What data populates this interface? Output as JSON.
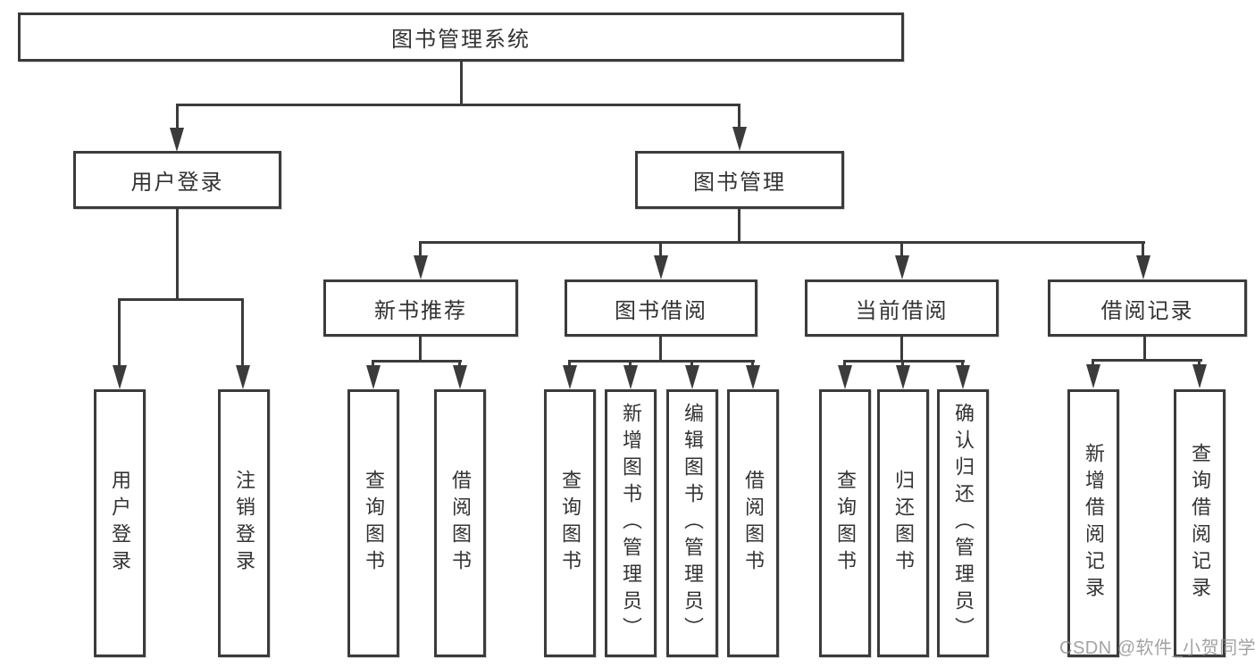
{
  "diagram_title": "图书管理系统",
  "watermark": "CSDN @软件_小贺同学",
  "colors": {
    "line": "#3b3b3b",
    "text": "#333333",
    "watermark": "#8f8f8f",
    "background": "#ffffff"
  },
  "tree": {
    "label": "图书管理系统",
    "children": [
      {
        "label": "用户登录",
        "children": [
          {
            "label": "用户登录"
          },
          {
            "label": "注销登录"
          }
        ]
      },
      {
        "label": "图书管理",
        "children": [
          {
            "label": "新书推荐",
            "children": [
              {
                "label": "查询图书"
              },
              {
                "label": "借阅图书"
              }
            ]
          },
          {
            "label": "图书借阅",
            "children": [
              {
                "label": "查询图书"
              },
              {
                "label": "新增图书（管理员）"
              },
              {
                "label": "编辑图书（管理员）"
              },
              {
                "label": "借阅图书"
              }
            ]
          },
          {
            "label": "当前借阅",
            "children": [
              {
                "label": "查询图书"
              },
              {
                "label": "归还图书"
              },
              {
                "label": "确认归还（管理员）"
              }
            ]
          },
          {
            "label": "借阅记录",
            "children": [
              {
                "label": "新增借阅记录"
              },
              {
                "label": "查询借阅记录"
              }
            ]
          }
        ]
      }
    ]
  }
}
